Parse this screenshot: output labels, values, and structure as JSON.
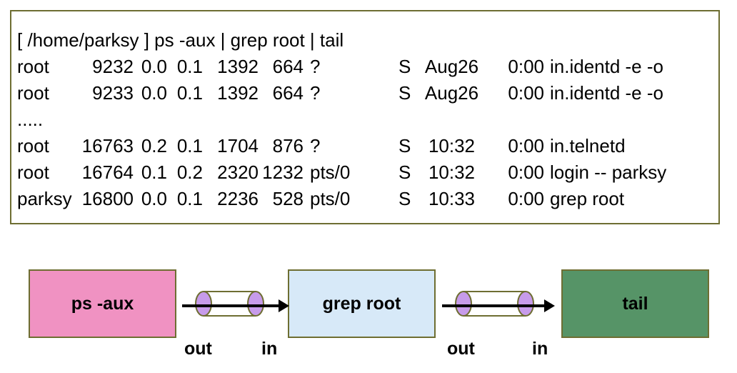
{
  "terminal": {
    "lines": [
      {
        "type": "text",
        "name": "prompt-line",
        "text": "[ /home/parksy ] ps -aux | grep root | tail"
      },
      {
        "type": "row",
        "cells": [
          "root",
          "9232",
          "0.0",
          "0.1",
          "1392",
          "664",
          "?",
          "S",
          "Aug26",
          "0:00",
          "in.identd -e -o"
        ]
      },
      {
        "type": "row",
        "cells": [
          "root",
          "9233",
          "0.0",
          "0.1",
          "1392",
          "664",
          "?",
          "S",
          "Aug26",
          "0:00",
          "in.identd -e -o"
        ]
      },
      {
        "type": "text",
        "name": "ellipsis-line",
        "text": "....."
      },
      {
        "type": "row",
        "cells": [
          "root",
          "16763",
          "0.2",
          "0.1",
          "1704",
          "876",
          "?",
          "S",
          "10:32",
          "0:00",
          "in.telnetd"
        ]
      },
      {
        "type": "row",
        "cells": [
          "root",
          "16764",
          "0.1",
          "0.2",
          "2320",
          "1232",
          "pts/0",
          "S",
          "10:32",
          "0:00",
          "login -- parksy"
        ]
      },
      {
        "type": "row",
        "cells": [
          "parksy",
          "16800",
          "0.0",
          "0.1",
          "2236",
          "528",
          "pts/0",
          "S",
          "10:33",
          "0:00",
          "grep root"
        ]
      }
    ]
  },
  "diagram": {
    "boxes": [
      {
        "label": "ps -aux",
        "fill": "#f092c2"
      },
      {
        "label": "grep root",
        "fill": "#d7e9f8"
      },
      {
        "label": "tail",
        "fill": "#569467"
      }
    ],
    "pipes": [
      {
        "out_label": "out",
        "in_label": "in"
      },
      {
        "out_label": "out",
        "in_label": "in"
      }
    ],
    "colors": {
      "border": "#6e6e32",
      "pipe_body_fill": "#ffffff",
      "pipe_end_fill": "#c79bea",
      "arrow": "#000000"
    }
  }
}
